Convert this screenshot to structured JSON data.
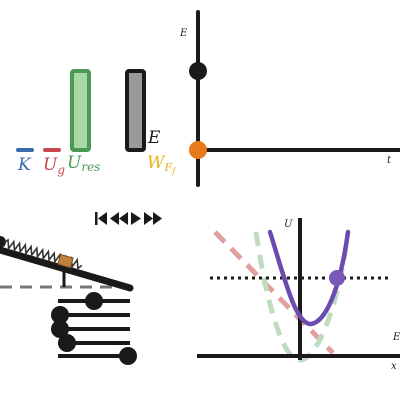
{
  "colors": {
    "ink": "#1a1a1a",
    "kinetic": "#3a6bb0",
    "gravity": "#c8464d",
    "residual": "#4a9a52",
    "residual_fill": "#a8d8a8",
    "total": "#1a1a1a",
    "total_fill": "#9a9a9a",
    "friction": "#e8b11c",
    "marker_orange": "#e87a1a",
    "curve": "#6a4cb0",
    "curve_marker": "#7a58b8",
    "dash_red": "#e0a0a0",
    "dash_green": "#c0dcc0",
    "dashed_gray": "#777777",
    "spring": "#333333",
    "block": "#c08040"
  },
  "energy_bars": {
    "kinetic_label": "K",
    "kinetic_subscript": "",
    "gravity_label": "U",
    "gravity_subscript": "g",
    "residual_label": "U",
    "residual_subscript": "res",
    "total_label": "E",
    "friction_label": "W",
    "friction_subscript": "F",
    "friction_sub_subscript": "f",
    "kinetic_level": 0,
    "gravity_level": 0,
    "residual_level": 0.85,
    "total_level": 0.85,
    "friction_level": 0
  },
  "time_graph": {
    "y_axis_label": "E",
    "x_axis_label": "t"
  },
  "potential_graph": {
    "y_axis_label": "U",
    "x_axis_label": "x",
    "energy_line_label": "E"
  },
  "playback": {
    "first_icon": "skip-back-icon",
    "rewind_icon": "rewind-icon",
    "play_icon": "play-icon",
    "forward_icon": "fast-forward-icon"
  }
}
